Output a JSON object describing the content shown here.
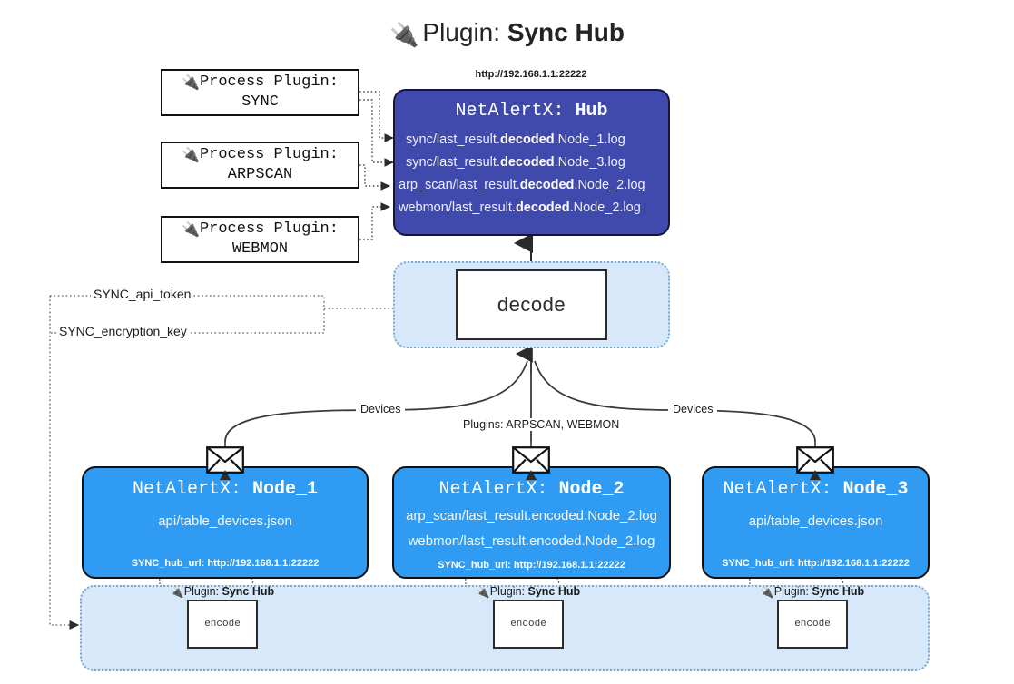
{
  "title": {
    "icon": "plug-icon",
    "prefix": "Plugin:",
    "name": "Sync Hub"
  },
  "process_plugins": [
    {
      "icon": "plug-icon",
      "line1": "Process Plugin:",
      "line2": "SYNC"
    },
    {
      "icon": "plug-icon",
      "line1": "Process Plugin:",
      "line2": "ARPSCAN"
    },
    {
      "icon": "plug-icon",
      "line1": "Process Plugin:",
      "line2": "WEBMON"
    }
  ],
  "hub": {
    "url": "http://192.168.1.1:22222",
    "title_prefix": "NetAlertX:",
    "title_name": "Hub",
    "logs": [
      {
        "pre": "sync/last_result.",
        "mid": "decoded",
        "post": ".Node_1.log"
      },
      {
        "pre": "sync/last_result.",
        "mid": "decoded",
        "post": ".Node_3.log"
      },
      {
        "pre": "arp_scan/last_result.",
        "mid": "decoded",
        "post": ".Node_2.log"
      },
      {
        "pre": "webmon/last_result.",
        "mid": "decoded",
        "post": ".Node_2.log"
      }
    ]
  },
  "decode": {
    "label": "decode"
  },
  "secrets": [
    {
      "label": "SYNC_api_token"
    },
    {
      "label": "SYNC_encryption_key"
    }
  ],
  "edge_labels": {
    "left_devices": "Devices",
    "center_plugins": "Plugins: ARPSCAN, WEBMON",
    "right_devices": "Devices"
  },
  "nodes": [
    {
      "icon": "envelope-icon",
      "title_prefix": "NetAlertX:",
      "title_name": "Node_1",
      "lines": [
        "api/table_devices.json"
      ],
      "hub_url_label": "SYNC_hub_url:",
      "hub_url_value": "http://192.168.1.1:22222"
    },
    {
      "icon": "envelope-icon",
      "title_prefix": "NetAlertX:",
      "title_name": "Node_2",
      "lines": [
        "arp_scan/last_result.encoded.Node_2.log",
        "webmon/last_result.encoded.Node_2.log"
      ],
      "hub_url_label": "SYNC_hub_url:",
      "hub_url_value": "http://192.168.1.1:22222"
    },
    {
      "icon": "envelope-icon",
      "title_prefix": "NetAlertX:",
      "title_name": "Node_3",
      "lines": [
        "api/table_devices.json"
      ],
      "hub_url_label": "SYNC_hub_url:",
      "hub_url_value": "http://192.168.1.1:22222"
    }
  ],
  "encoders": [
    {
      "caption_icon": "plug-icon",
      "caption_prefix": "Plugin:",
      "caption_name": "Sync Hub",
      "label": "encode"
    },
    {
      "caption_icon": "plug-icon",
      "caption_prefix": "Plugin:",
      "caption_name": "Sync Hub",
      "label": "encode"
    },
    {
      "caption_icon": "plug-icon",
      "caption_prefix": "Plugin:",
      "caption_name": "Sync Hub",
      "label": "encode"
    }
  ],
  "colors": {
    "hub_fill": "#4049ac",
    "node_fill": "#2f9bf2",
    "container_fill": "#d6e8f9",
    "container_border": "#7ba7cf",
    "page_bg": "#ffffff"
  }
}
